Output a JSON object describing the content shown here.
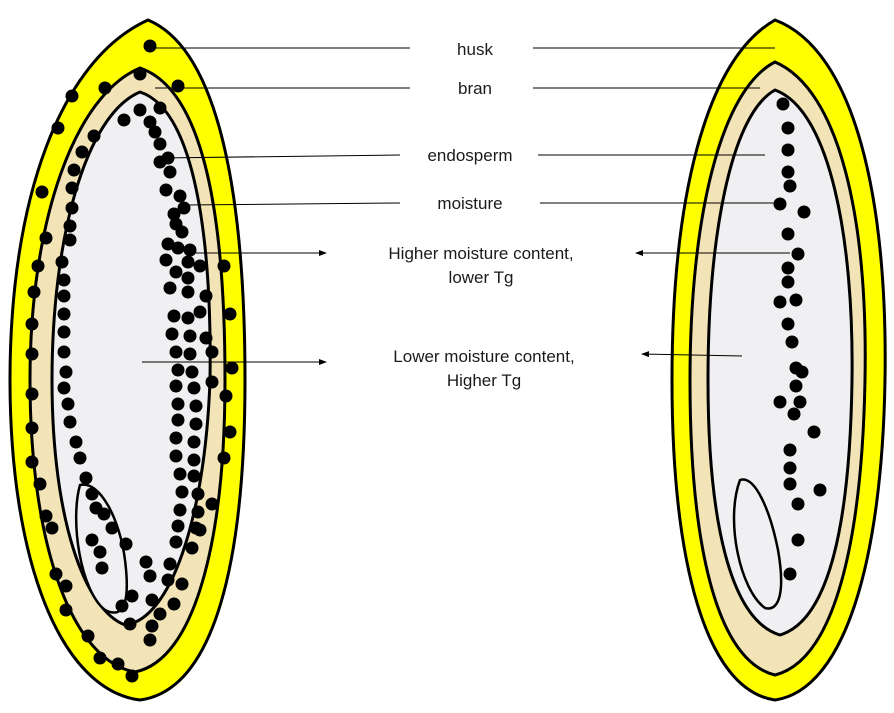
{
  "labels": {
    "husk": "husk",
    "bran": "bran",
    "endosperm": "endosperm",
    "moisture": "moisture",
    "higher_line1": "Higher moisture content,",
    "higher_line2": "lower Tg",
    "lower_line1": "Lower moisture content,",
    "lower_line2": "Higher Tg"
  },
  "colors": {
    "husk": "#ffff00",
    "bran": "#f3e4b8",
    "endosperm": "#f0f0f2",
    "dot": "#000000",
    "line": "#000000"
  },
  "grains": [
    {
      "name": "left-grain",
      "moisture_distribution": "dense, concentrated toward outer layers"
    },
    {
      "name": "right-grain",
      "moisture_distribution": "sparse, along central axis"
    }
  ]
}
